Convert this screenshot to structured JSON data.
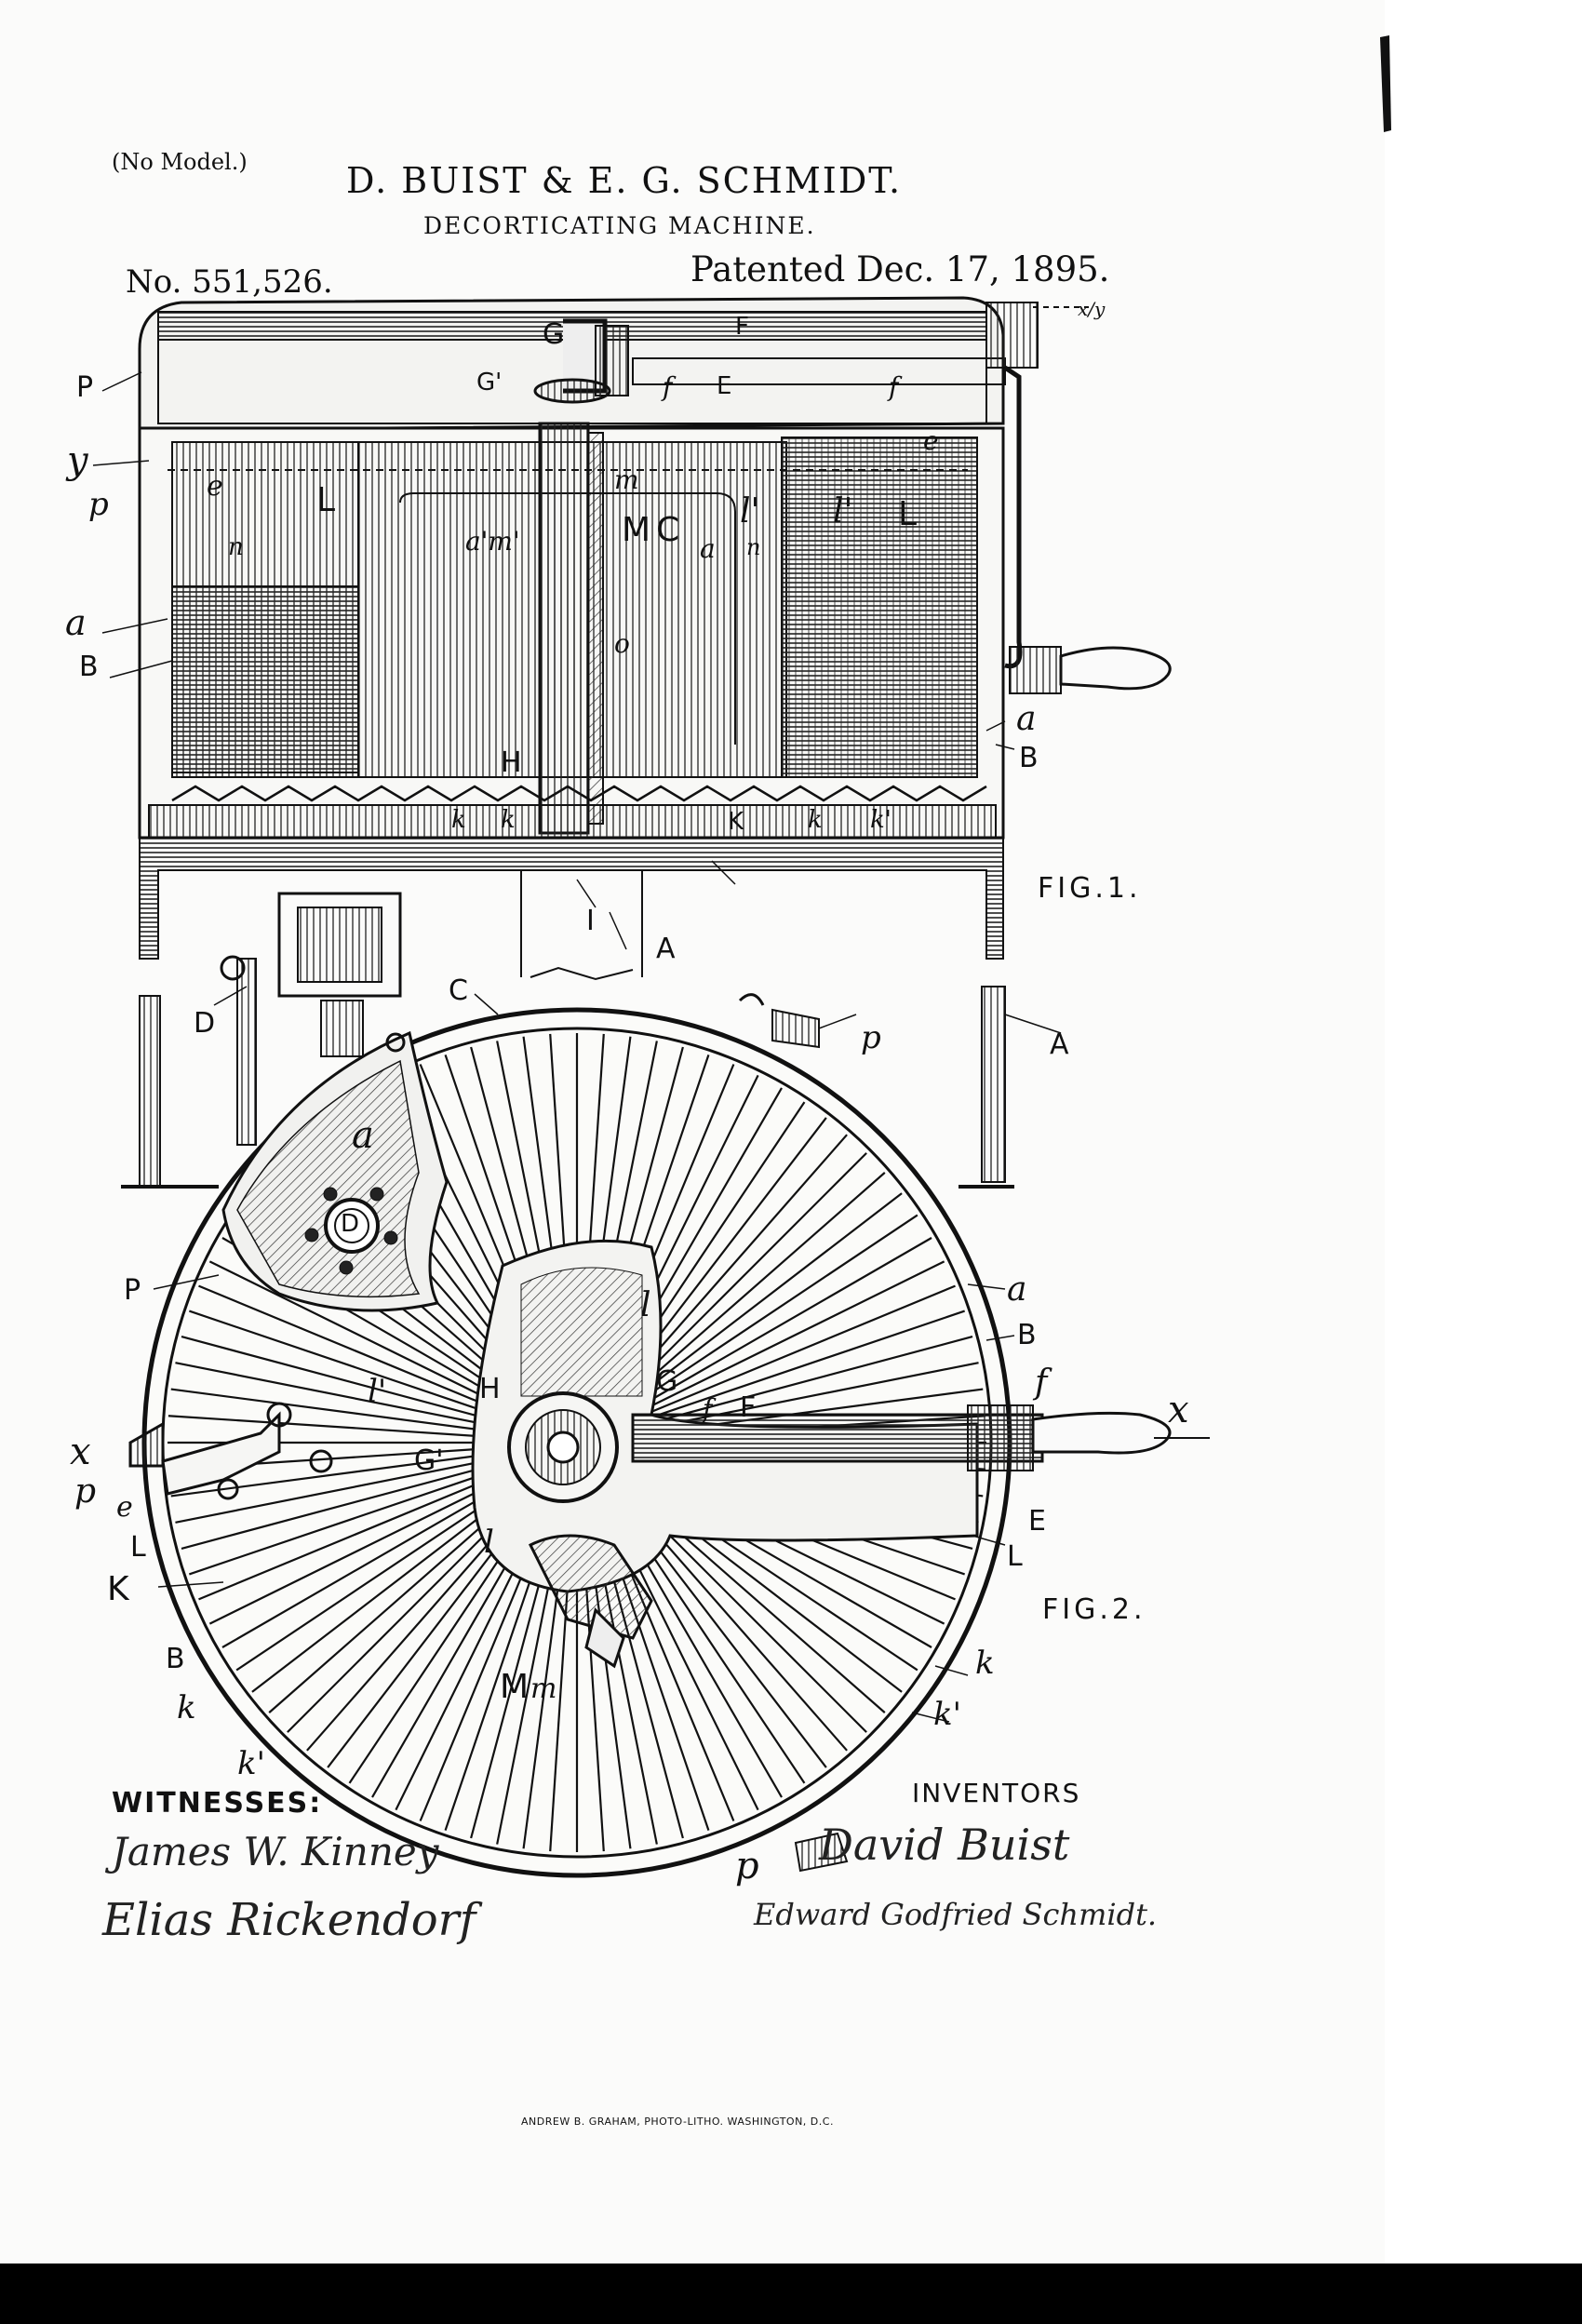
{
  "header": {
    "no_model": "(No Model.)",
    "inventors_title": "D. BUIST & E. G. SCHMIDT.",
    "machine_title": "DECORTICATING MACHINE.",
    "patent_number": "No. 551,526.",
    "patent_date": "Patented Dec. 17, 1895."
  },
  "figures": {
    "fig1_caption": "FIG.1.",
    "fig2_caption": "FIG.2."
  },
  "fig1_labels": {
    "P": "P",
    "y": "y",
    "p": "p",
    "a_left": "a",
    "B_left": "B",
    "e_left": "e",
    "n_left": "n",
    "L_left": "L",
    "G_top": "G",
    "G_prime": "G'",
    "f_left": "f",
    "E": "E",
    "F": "F",
    "f_right": "f",
    "e_right": "e",
    "x_over_y": "x/y",
    "m_top": "m",
    "a_prime_m_prime": "a'm'",
    "M": "M",
    "C": "C",
    "a_mid": "a",
    "l_prime": "l'",
    "n_mid": "n",
    "l_prime_right": "l'",
    "L_right": "L",
    "o": "o",
    "H": "H",
    "k1": "k",
    "k2": "k",
    "K": "K",
    "k3": "k",
    "k_prime": "k'",
    "a_right": "a",
    "B_right": "B",
    "I": "I",
    "A_mid": "A",
    "D": "D",
    "A_right": "A"
  },
  "fig2_labels": {
    "C": "C",
    "p_top": "p",
    "a_top": "a",
    "D": "D",
    "P": "P",
    "a_right": "a",
    "B_right": "B",
    "l_top": "l",
    "H": "H",
    "G": "G",
    "f_center": "f",
    "F": "F",
    "f_right": "f",
    "x_right": "x",
    "l_prime": "l'",
    "G_prime": "G'",
    "x_left": "x",
    "p_left": "p",
    "e_left": "e",
    "L_left": "L",
    "K": "K",
    "l_lower": "l",
    "E": "E",
    "L_right": "L",
    "B_left": "B",
    "M": "M",
    "m": "m",
    "k_right": "k",
    "k_left": "k",
    "k_prime_right": "k'",
    "k_prime_bottom": "k'",
    "p_bottom": "p"
  },
  "witnesses": {
    "heading": "WITNESSES:",
    "signature_1": "James W. Kinney",
    "signature_2": "Elias Rickendorf"
  },
  "inventors": {
    "heading": "INVENTORS",
    "signature_1": "David Buist",
    "signature_2": "Edward Godfried Schmidt."
  },
  "footer": {
    "engraver": "ANDREW B. GRAHAM, PHOTO-LITHO. WASHINGTON, D.C."
  }
}
